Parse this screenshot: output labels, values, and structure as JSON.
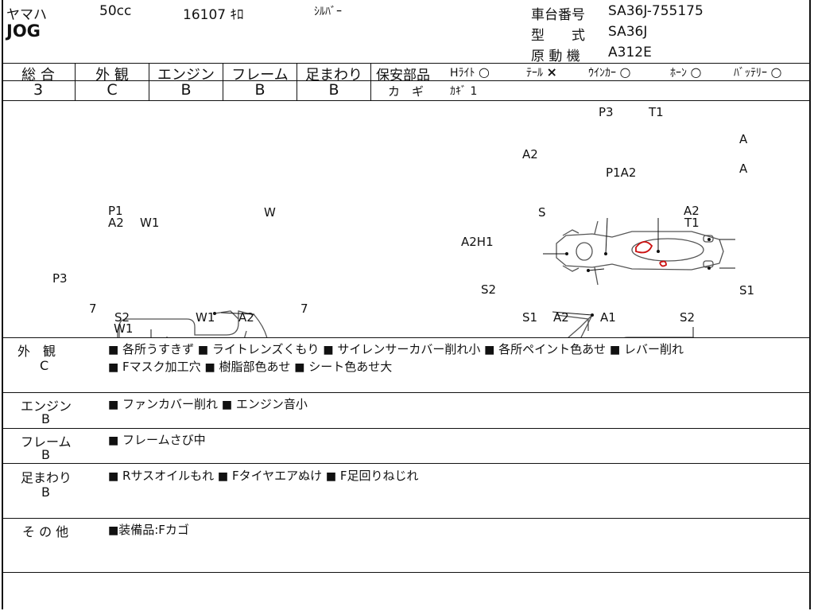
{
  "header": {
    "maker": "ヤマハ",
    "model": "JOG",
    "cc": "50cc",
    "mileage": "16107 ｷﾛ",
    "color": "ｼﾙﾊﾞｰ",
    "frame_no_label": "車台番号",
    "frame_no": "SA36J-755175",
    "type_label": "型　　式",
    "type": "SA36J",
    "engine_label": "原 動 機",
    "engine": "A312E"
  },
  "grades": {
    "headers": [
      "総 合",
      "外 観",
      "エンジン",
      "フレーム",
      "足まわり"
    ],
    "values": [
      "3",
      "C",
      "B",
      "B",
      "B"
    ]
  },
  "safety": {
    "label": "保安部品",
    "items": [
      {
        "name": "Hﾗｲﾄ",
        "mark": "○"
      },
      {
        "name": "ﾃｰﾙ",
        "mark": "×"
      },
      {
        "name": "ｳｲﾝｶｰ",
        "mark": "○"
      },
      {
        "name": "ﾎｰﾝ",
        "mark": "○"
      },
      {
        "name": "ﾊﾞｯﾃﾘｰ",
        "mark": "○"
      }
    ],
    "key_label": "カ　ギ",
    "key_value": "ｶｷﾞ 1"
  },
  "diagram": {
    "top_labels": [
      "P3",
      "T1",
      "A2",
      "A",
      "A",
      "P1A2"
    ],
    "left_labels": [
      "P1",
      "A2",
      "W1",
      "W",
      "P3",
      "7",
      "7",
      "S2",
      "W1",
      "W1",
      "A2"
    ],
    "right_labels": [
      "S",
      "A2",
      "T1",
      "A2H1",
      "S2",
      "S1",
      "S1",
      "A2",
      "A1",
      "S2"
    ]
  },
  "sections": [
    {
      "name": "外　観",
      "grade": "C",
      "lines": [
        [
          "各所うすきず",
          "ライトレンズくもり",
          "サイレンサーカバー削れ小",
          "各所ペイント色あせ",
          "レバー削れ"
        ],
        [
          "Fマスク加工穴",
          "樹脂部色あせ",
          "シート色あせ大"
        ]
      ]
    },
    {
      "name": "エンジン",
      "grade": "B",
      "lines": [
        [
          "ファンカバー削れ",
          "エンジン音小"
        ]
      ]
    },
    {
      "name": "フレーム",
      "grade": "B",
      "lines": [
        [
          "フレームさび中"
        ]
      ]
    },
    {
      "name": "足まわり",
      "grade": "B",
      "lines": [
        [
          "Rサスオイルもれ",
          "Fタイヤエアぬけ",
          "F足回りねじれ"
        ]
      ]
    },
    {
      "name": "そ の 他",
      "grade": "",
      "lines": [
        [
          "装備品:Fカゴ"
        ]
      ]
    }
  ],
  "bullet": "■",
  "colors": {
    "damage_mark": "#cc1111"
  }
}
